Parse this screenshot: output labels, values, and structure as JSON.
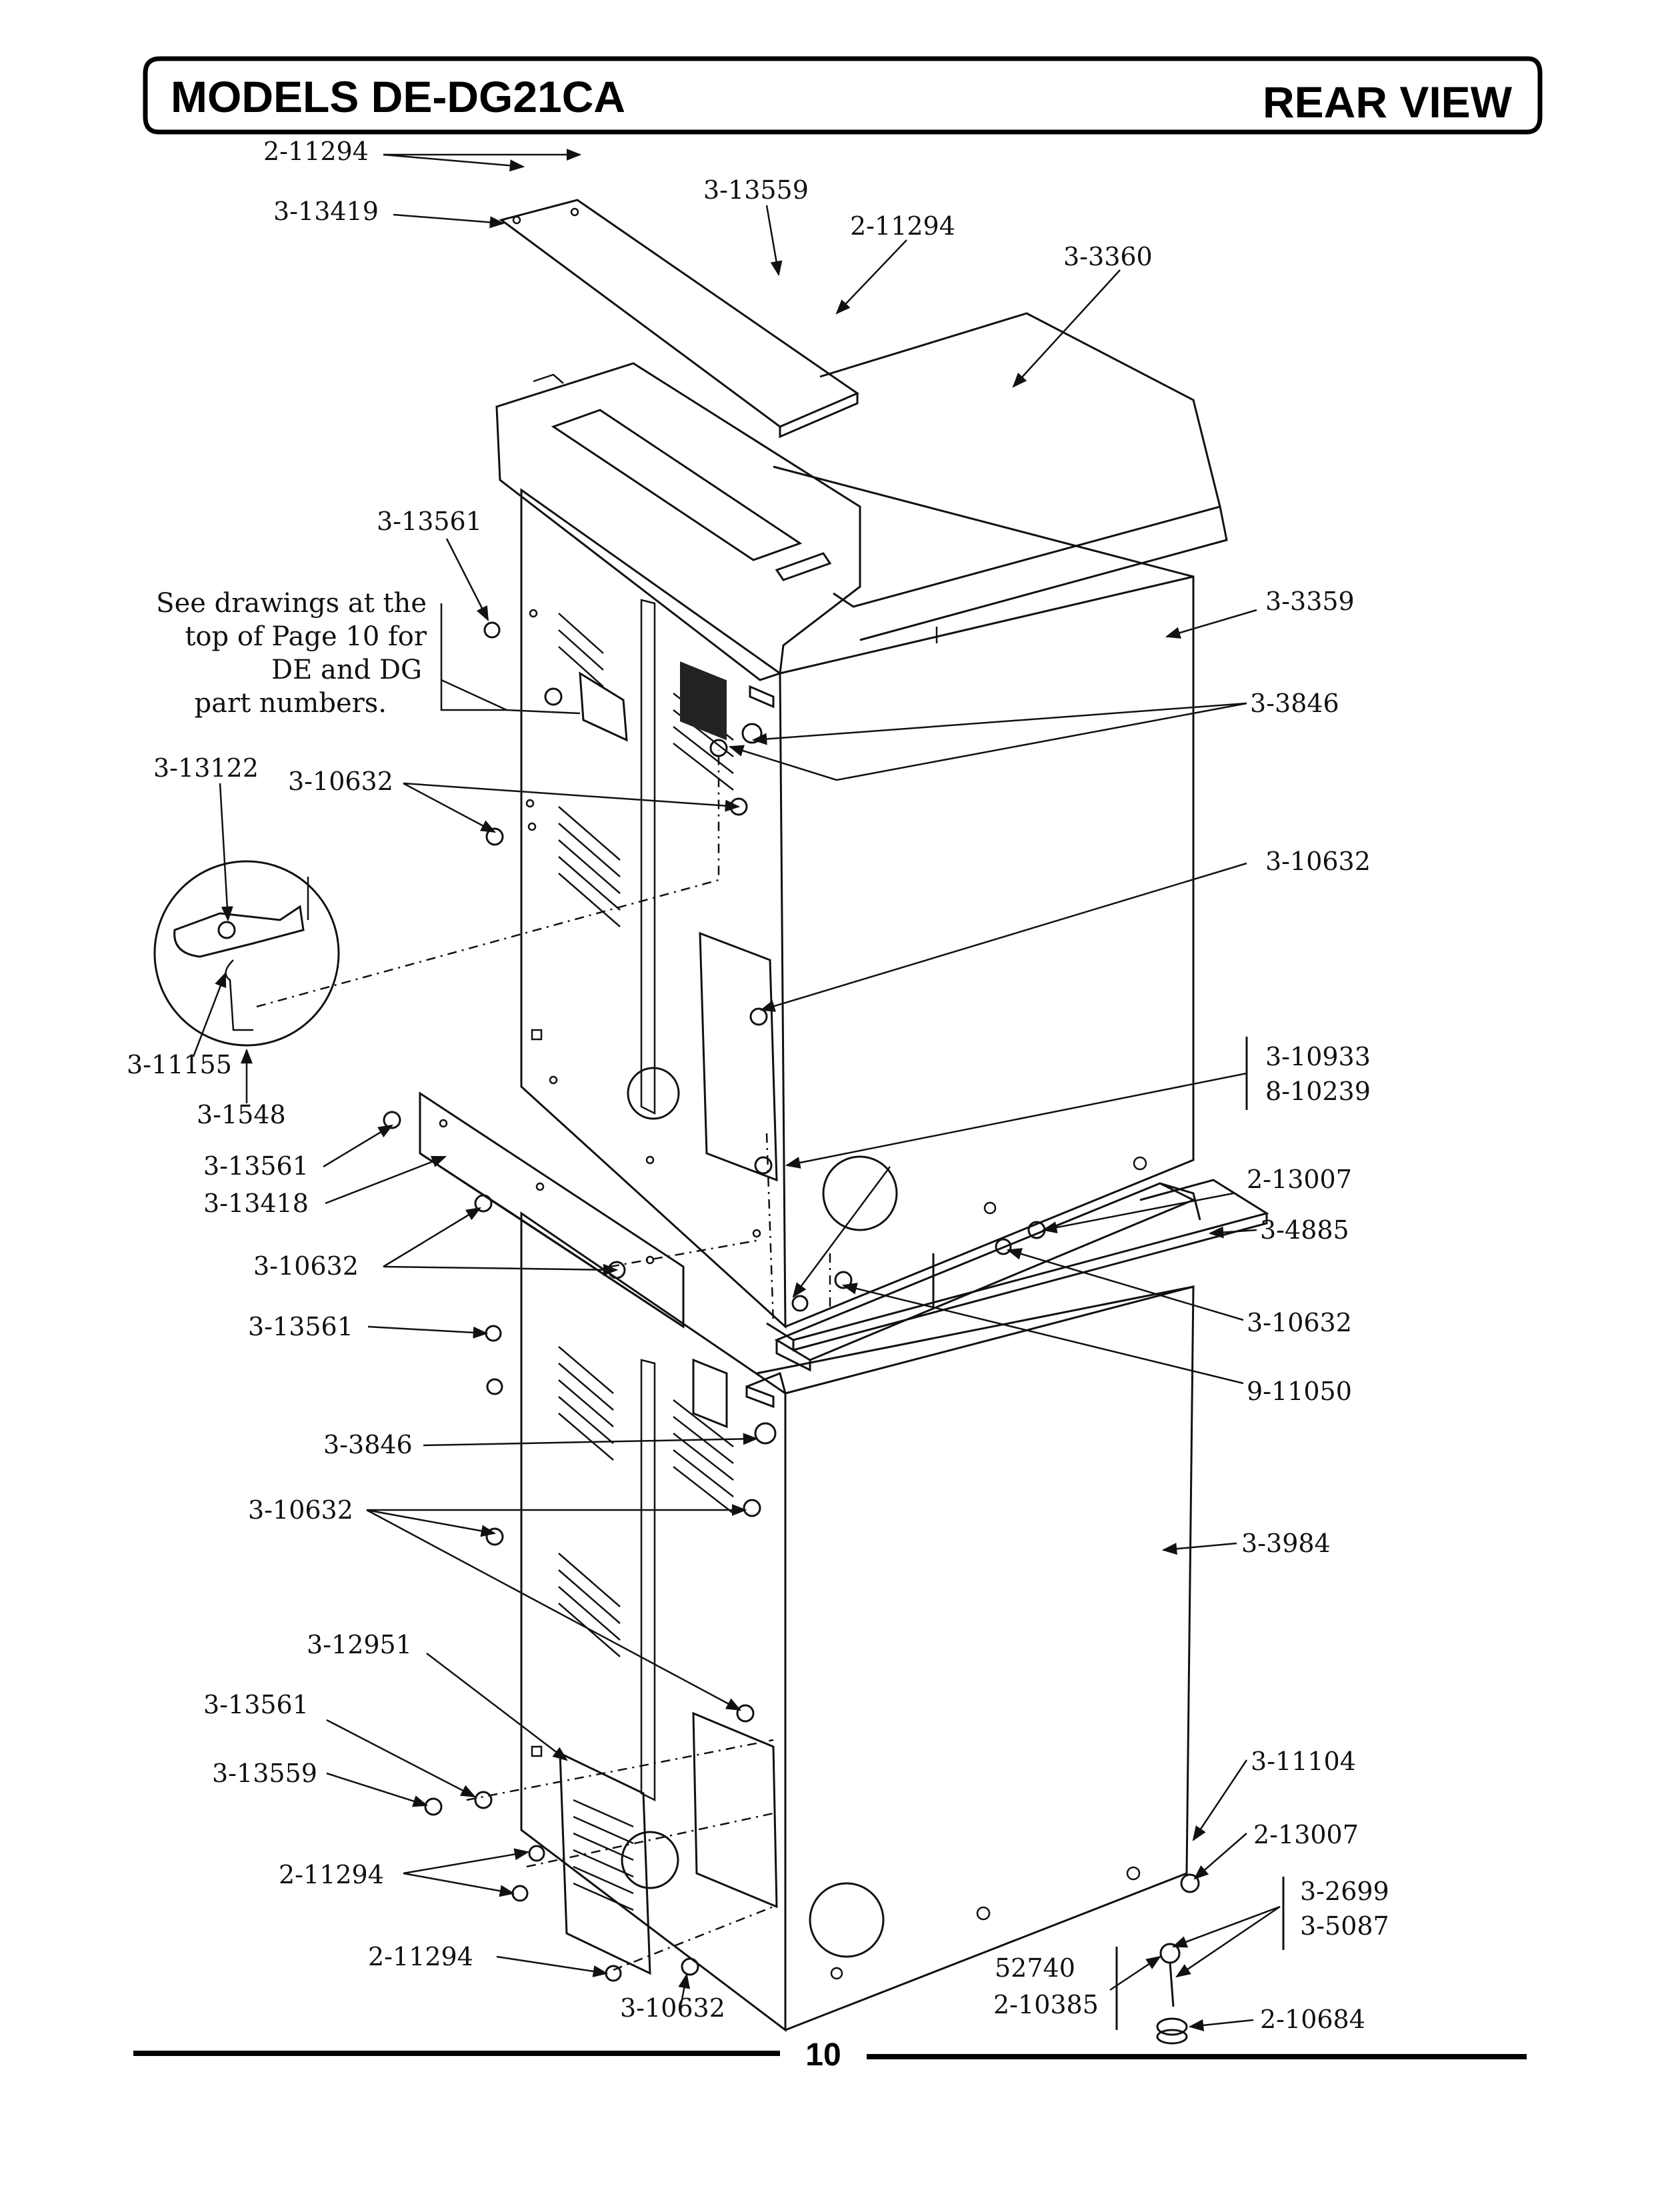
{
  "header": {
    "model_title": "MODELS DE-DG21CA",
    "view_title": "REAR VIEW"
  },
  "footer": {
    "page_number": "10"
  },
  "note": {
    "lines": [
      "See drawings at the",
      "top of Page 10 for",
      "DE and DG",
      "part numbers."
    ]
  },
  "labels": {
    "l01": "2-11294",
    "l02": "3-13419",
    "l03": "3-13559",
    "l04": "2-11294",
    "l05": "3-3360",
    "l06": "3-13561",
    "l07": "3-3359",
    "l08": "3-3846",
    "l09": "3-13122",
    "l10": "3-10632",
    "l11": "3-10632",
    "l12": "3-11155",
    "l13": "3-1548",
    "l14": "3-10933",
    "l15": "8-10239",
    "l16": "3-13561",
    "l17": "3-13418",
    "l18": "2-13007",
    "l19": "3-4885",
    "l20": "3-10632",
    "l21": "3-10632",
    "l22": "3-13561",
    "l23": "9-11050",
    "l24": "3-3846",
    "l25": "3-10632",
    "l26": "3-3984",
    "l27": "3-12951",
    "l28": "3-13561",
    "l29": "3-13559",
    "l30": "3-11104",
    "l31": "2-13007",
    "l32": "2-11294",
    "l33": "3-2699",
    "l34": "3-5087",
    "l35": "2-11294",
    "l36": "52740",
    "l37": "2-10385",
    "l38": "3-10632",
    "l39": "2-10684"
  }
}
